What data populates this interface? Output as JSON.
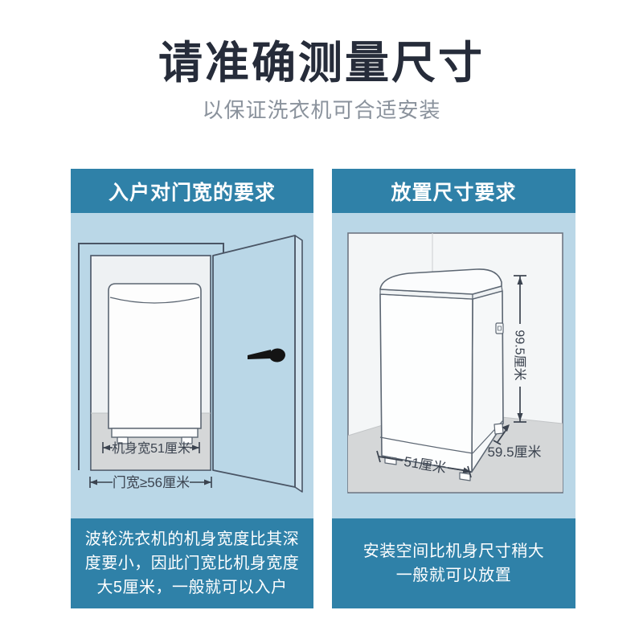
{
  "page": {
    "title": "请准确测量尺寸",
    "subtitle": "以保证洗衣机可合适安装"
  },
  "panels": {
    "left": {
      "header": "入户对门宽的要求",
      "dims": {
        "machine_width": "机身宽51厘米",
        "door_width": "门宽≥56厘米"
      },
      "note_lines": [
        "波轮洗衣机的机身宽度比其深",
        "度要小，因此门宽比机身宽度",
        "大5厘米，一般就可以入户"
      ]
    },
    "right": {
      "header": "放置尺寸要求",
      "dims": {
        "height": "99.5厘米",
        "width": "51厘米",
        "depth": "59.5厘米"
      },
      "note_lines": [
        "安装空间比机身尺寸稍大",
        "一般就可以放置"
      ]
    }
  },
  "colors": {
    "page_bg": "#ffffff",
    "title_color": "#262c3a",
    "subtitle_color": "#8a929c",
    "accent_teal": "#2f81a8",
    "panel_bg": "#bad7e7",
    "outline": "#4a5565",
    "machine_outline": "#5c6672",
    "dim_color": "#3b434f",
    "doorway_fill": "#eef1f3",
    "floor_gray": "#d5d7d8",
    "room_wall": "#f4f6f7",
    "handle_black": "#141414"
  }
}
